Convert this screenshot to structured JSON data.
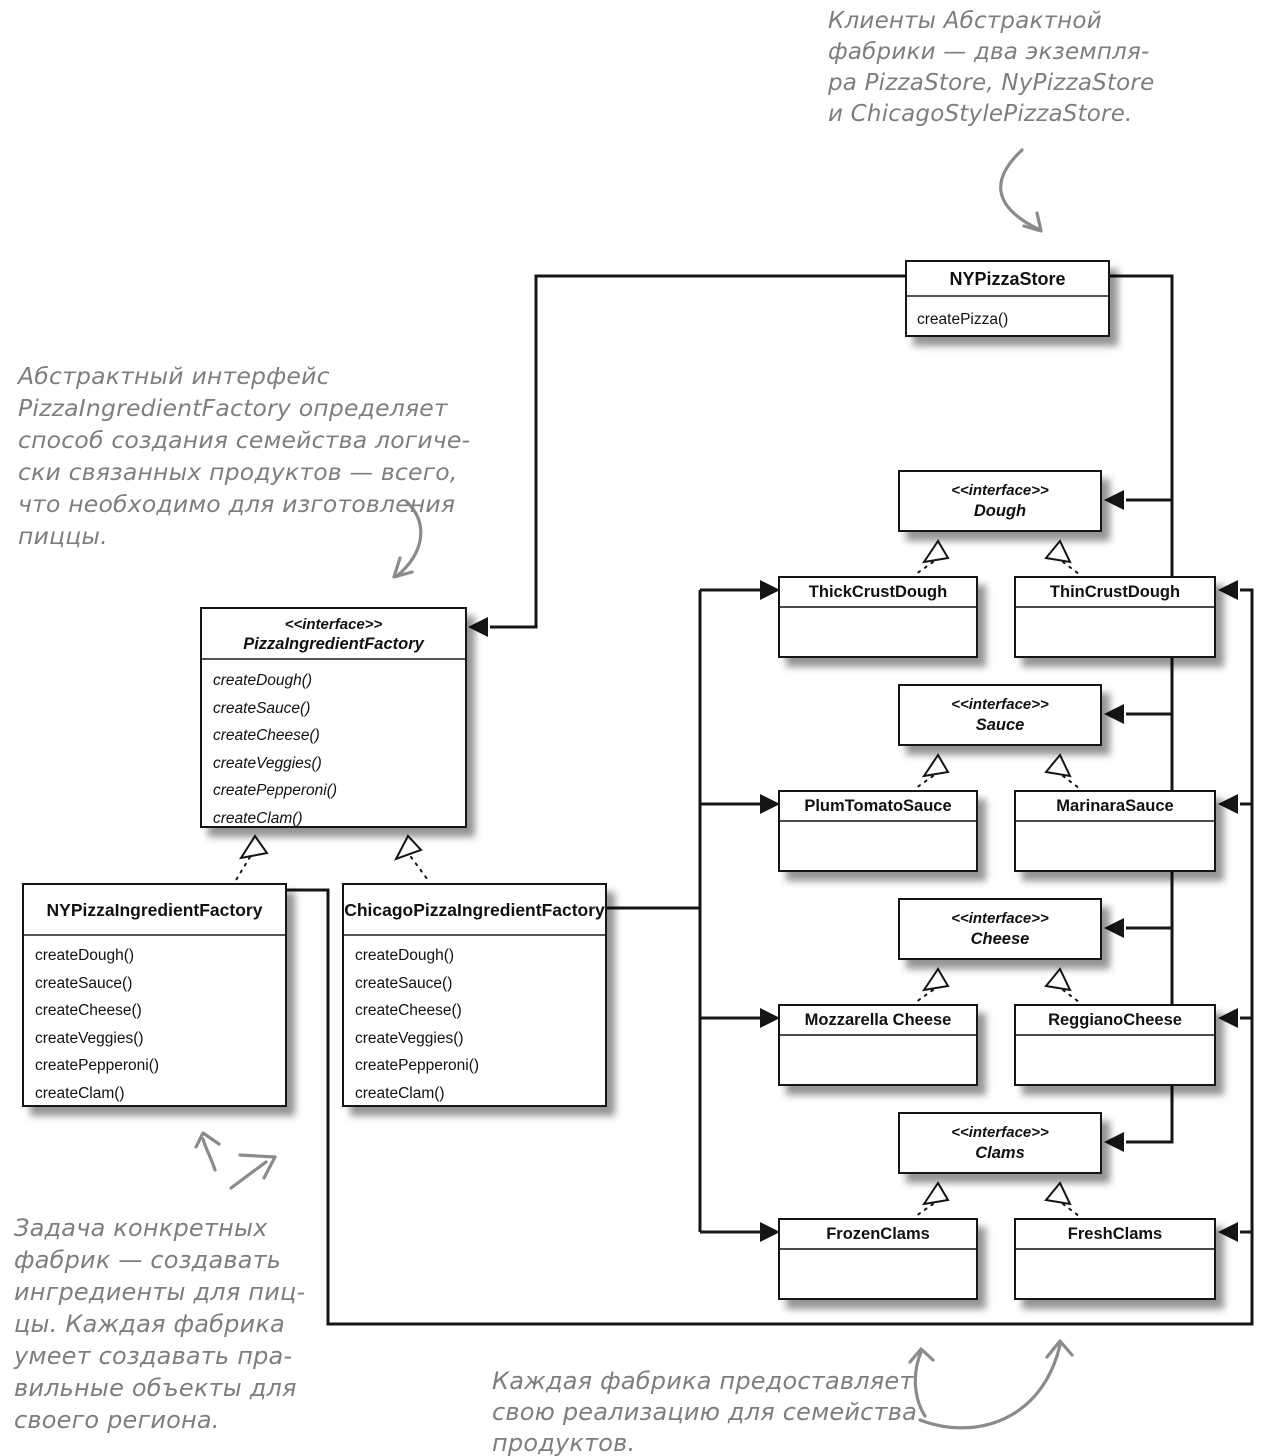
{
  "annotations": {
    "top_right": "Клиенты Абстрактной\nфабрики — два экземпля-\nра PizzaStore, NyPizzaStore\nи ChicagoStylePizzaStore.",
    "left": "Абстрактный интерфейс\nPizzaIngredientFactory определяет\nспособ создания семейства логиче-\nски связанных продуктов — всего,\nчто необходимо для изготовления\nпиццы.",
    "bottom_left": "Задача конкретных\nфабрик — создавать\nингредиенты для пиц-\nцы. Каждая фабрика\nумеет создавать пра-\nвильные объекты для\nсвоего региона.",
    "bottom_center": "Каждая фабрика предоставляет\nсвою реализацию для семейства\nпродуктов."
  },
  "classes": {
    "store": {
      "name": "NYPizzaStore",
      "methods": [
        "createPizza()"
      ]
    },
    "factory_interface": {
      "stereotype": "<<interface>>",
      "name": "PizzaIngredientFactory",
      "methods": [
        "createDough()",
        "createSauce()",
        "createCheese()",
        "createVeggies()",
        "createPepperoni()",
        "createClam()"
      ]
    },
    "ny_factory": {
      "name": "NYPizzaIngredientFactory",
      "methods": [
        "createDough()",
        "createSauce()",
        "createCheese()",
        "createVeggies()",
        "createPepperoni()",
        "createClam()"
      ]
    },
    "chicago_factory": {
      "name": "ChicagoPizzaIngredientFactory",
      "methods": [
        "createDough()",
        "createSauce()",
        "createCheese()",
        "createVeggies()",
        "createPepperoni()",
        "createClam()"
      ]
    },
    "groups": [
      {
        "stereotype": "<<interface>>",
        "interface": "Dough",
        "impl_left": "ThickCrustDough",
        "impl_right": "ThinCrustDough"
      },
      {
        "stereotype": "<<interface>>",
        "interface": "Sauce",
        "impl_left": "PlumTomatoSauce",
        "impl_right": "MarinaraSauce"
      },
      {
        "stereotype": "<<interface>>",
        "interface": "Cheese",
        "impl_left": "Mozzarella Cheese",
        "impl_right": "ReggianoCheese"
      },
      {
        "stereotype": "<<interface>>",
        "interface": "Clams",
        "impl_left": "FrozenClams",
        "impl_right": "FreshClams"
      }
    ]
  },
  "colors": {
    "box_border": "#161616",
    "connector": "#151515",
    "annotation_ink": "#7e7e7e",
    "box_background": "#ffffff"
  }
}
